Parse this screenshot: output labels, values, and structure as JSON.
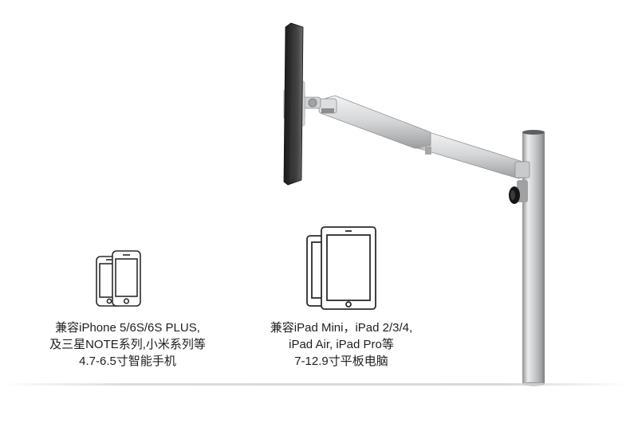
{
  "product": {
    "phone_compat": {
      "lines": [
        "兼容iPhone 5/6S/6S PLUS,",
        "及三星NOTE系列,小米系列等",
        "4.7-6.5寸智能手机"
      ],
      "icon": "smartphone-pair-icon"
    },
    "tablet_compat": {
      "lines": [
        "兼容iPad Mini，iPad 2/3/4,",
        "iPad Air, iPad Pro等",
        "7-12.9寸平板电脑"
      ],
      "icon": "tablet-pair-icon"
    }
  },
  "colors": {
    "aluminum": "#c9cbcd",
    "aluminum_highlight": "#eef0f1",
    "aluminum_shadow": "#9a9c9e",
    "tablet_black": "#2a2a2a",
    "icon_stroke": "#2b2b2b",
    "background": "#ffffff"
  }
}
